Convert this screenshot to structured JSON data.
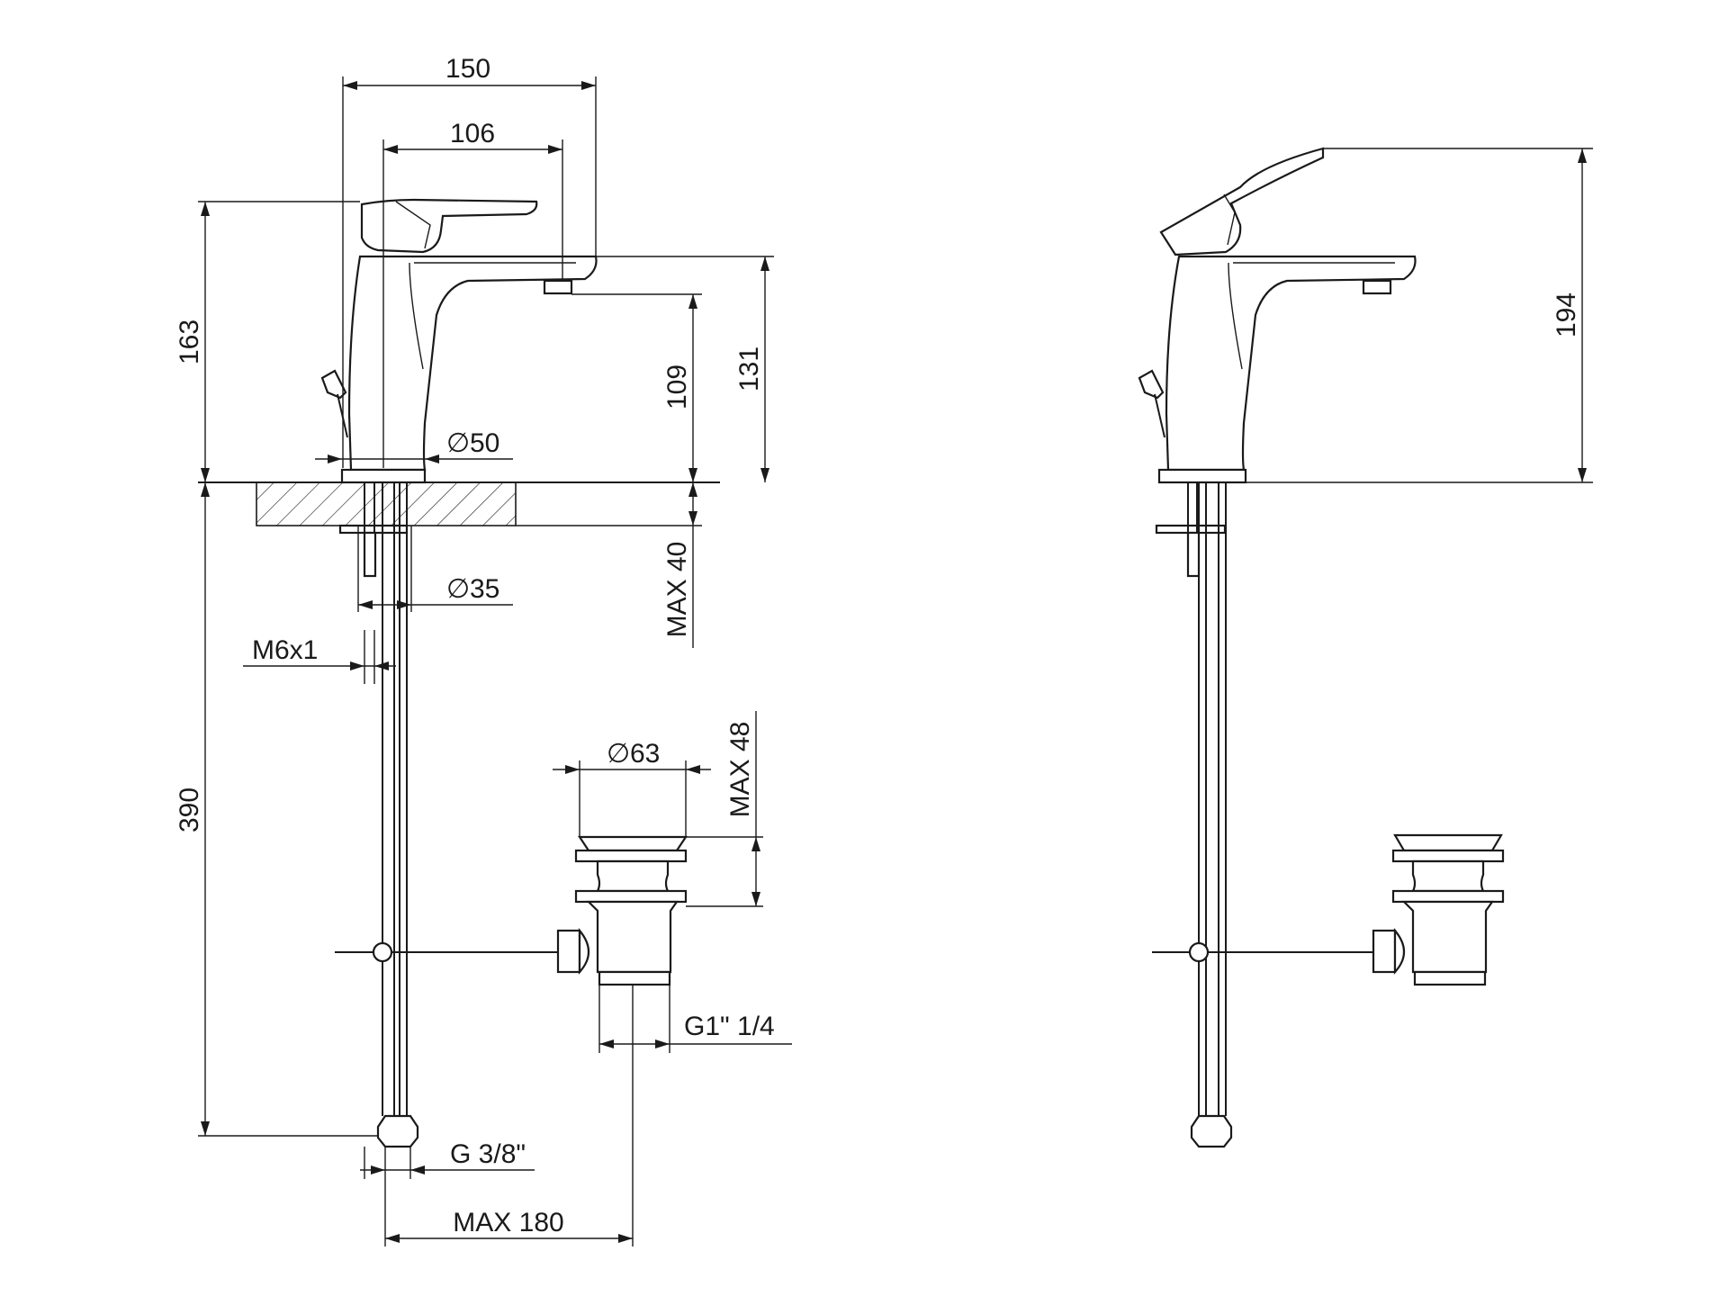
{
  "drawing": {
    "dimensions": {
      "total_depth": "150",
      "spout_depth": "106",
      "height_lever": "163",
      "spout_height_top": "131",
      "spout_outlet_height": "109",
      "base_diameter": "50",
      "hole_diameter": "35",
      "deck_max_thickness": "MAX 40",
      "fixing_thread": "M6x1",
      "total_below_deck": "390",
      "waste_diameter": "63",
      "waste_max_height": "MAX 48",
      "waste_thread": "G1\" 1/4",
      "supply_thread": "G 3/8\"",
      "max_offset": "MAX 180",
      "open_lever_height": "194"
    }
  }
}
